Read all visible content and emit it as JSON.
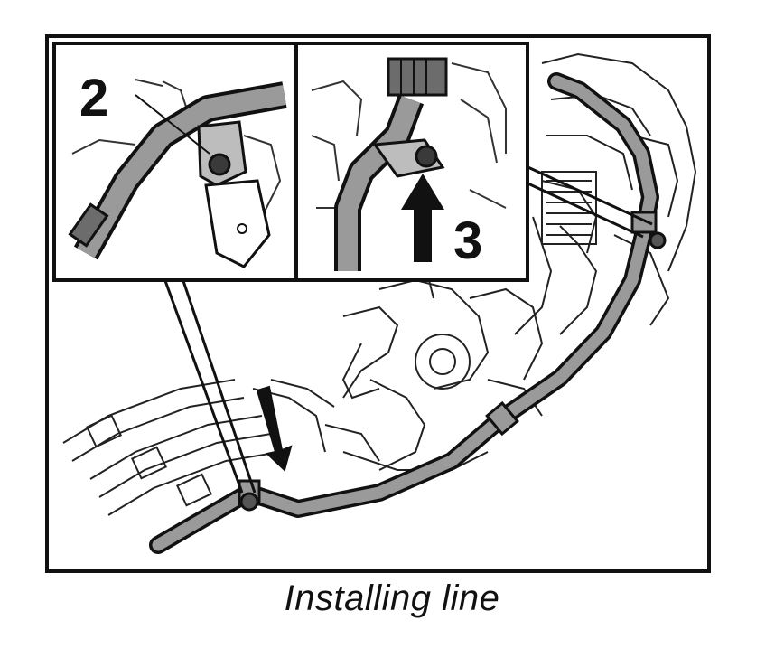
{
  "figure": {
    "caption": "Installing line",
    "callouts": {
      "left_inset": "2",
      "right_inset": "3"
    },
    "icons": [
      "fastener-bolt-icon",
      "up-arrow-icon",
      "down-arrow-icon"
    ],
    "colors": {
      "line": "#111111",
      "pipe_fill": "#9a9a9a",
      "background": "#ffffff"
    }
  }
}
